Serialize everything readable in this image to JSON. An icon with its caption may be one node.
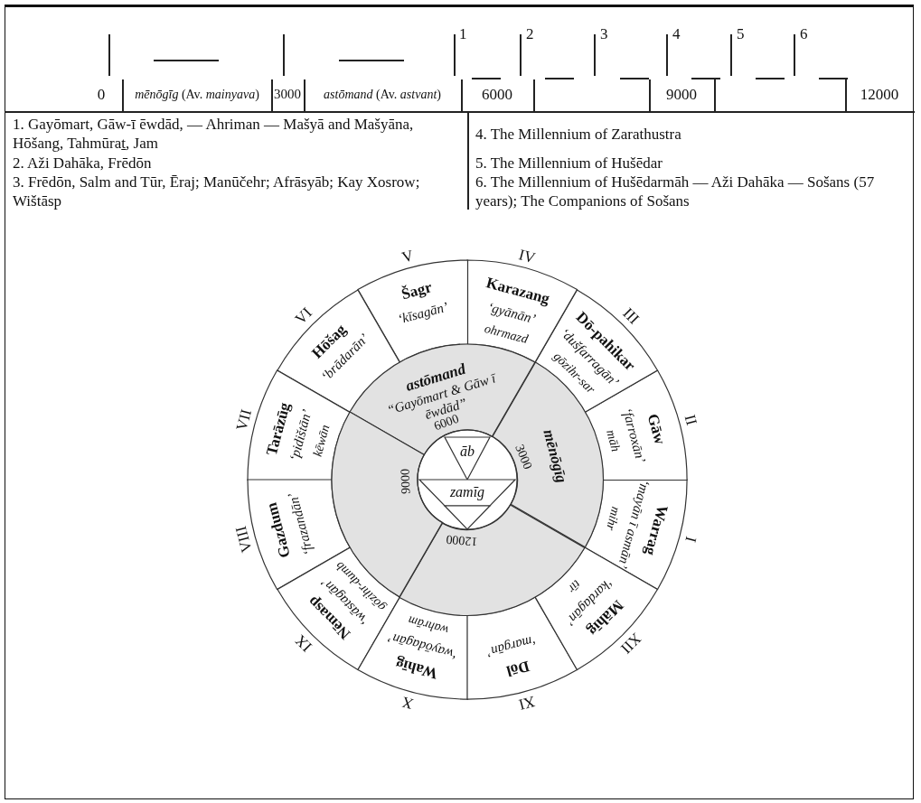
{
  "diagram": {
    "nodes": [
      {
        "text": [
          "Warrag",
          "‘mayān ī asmān’",
          "mihr"
        ],
        "beside": [
          "I"
        ]
      },
      {
        "text": [
          "Gāw",
          "‘farroxān’",
          "māh"
        ],
        "beside": [
          "II"
        ]
      },
      {
        "text": [
          "Dō-pahikar",
          "‘dušfarragān’",
          "gōzihr-sar"
        ],
        "beside": [
          "III"
        ]
      },
      {
        "text": [
          "Karazang",
          "‘gyānān’",
          "ohrmazd"
        ],
        "beside": [
          "IV"
        ]
      },
      {
        "text": [
          "Šagr",
          "‘kīsagān’"
        ],
        "beside": [
          "V"
        ]
      },
      {
        "text": [
          "Hōšag",
          "‘brādarān’"
        ],
        "beside": [
          "VI"
        ]
      },
      {
        "text": [
          "Tarāzūg",
          "‘pidištān’",
          "kēwān"
        ],
        "beside": [
          "VII"
        ]
      },
      {
        "text": [
          "Gazdum",
          "‘frazandān’"
        ],
        "beside": [
          "VIII"
        ]
      },
      {
        "text": [
          "Nēmasp",
          "‘wāstagān’",
          "gōzihr-dumb"
        ],
        "beside": [
          "IX"
        ]
      },
      {
        "text": [
          "Wahīg",
          "‘wayōdagān’",
          "wahrām"
        ],
        "beside": [
          "X"
        ]
      },
      {
        "text": [
          "Dōl",
          "‘margān’"
        ],
        "beside": [
          "XI"
        ]
      },
      {
        "text": [
          "Māhīg",
          "‘kardagān’",
          "tīr"
        ],
        "beside": [
          "XII"
        ]
      },
      {
        "text": [
          "astōmand",
          "“Gayōmart & Gāw ī ēwdād”"
        ]
      },
      {
        "text": [
          "mēnōgīg"
        ]
      },
      {
        "text": [],
        "shape": "sector"
      },
      {
        "text": [],
        "shape": "sector"
      },
      {
        "text": [
          "āb"
        ]
      },
      {
        "text": [
          "zamīg"
        ]
      },
      {
        "text": [],
        "shape": "triangle"
      }
    ],
    "labels": [
      "1",
      "2",
      "3",
      "4",
      "5",
      "6",
      "0",
      "*mēnōgīg* (Av. *mainyava*)",
      "3000",
      "*astōmand* (Av. *astvant*)",
      "6000",
      "9000",
      "12000",
      "1. Gayōmart, Gāw-ī ēwdād, — Ahriman — Mašyā and Mašyāna, Hōšang, Tahmūraṯ, Jam",
      "4. The Millennium of Zarathustra",
      "2. Aži Dahāka, Frēdōn",
      "5. The Millennium of Hušēdar",
      "3. Frēdōn, Salm and Tūr, Ēraj; Manūčehr; Afrāsyāb; Kay Xosrow; Wištāsp",
      "6. The Millennium of Hušēdarmāh — Aži Dahāka — Sošans (57 years); The Companions of Sošans",
      "6000",
      "3000",
      "9000",
      "12000"
    ]
  }
}
